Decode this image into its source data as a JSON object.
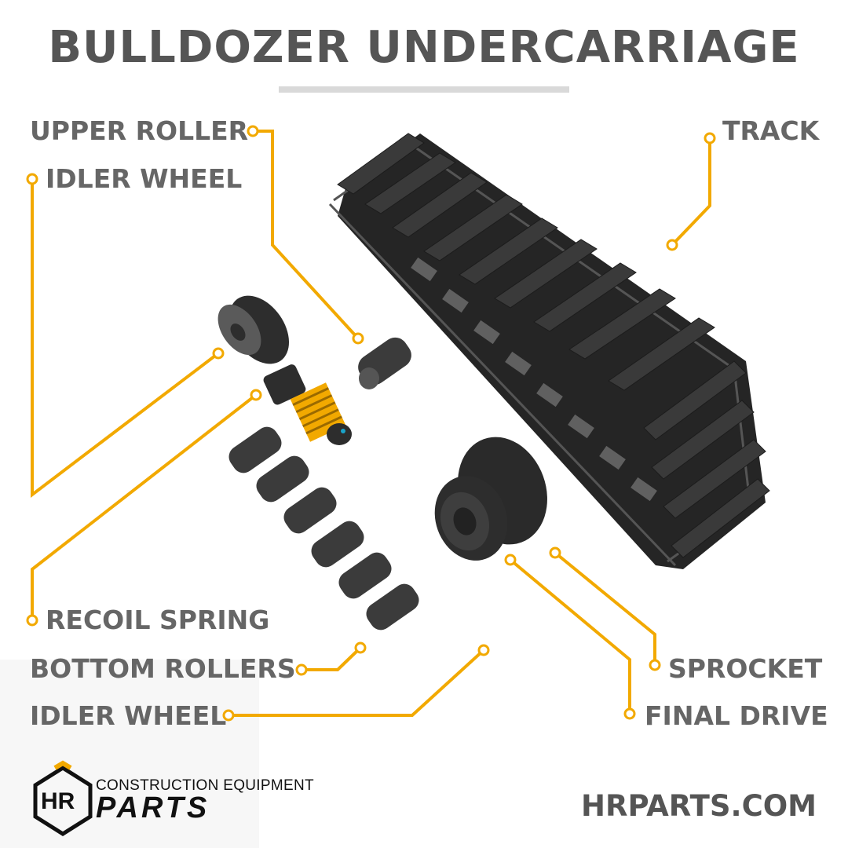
{
  "title": "BULLDOZER UNDERCARRIAGE",
  "labels": {
    "upper_roller": "UPPER ROLLER",
    "idler_wheel_top": "IDLER WHEEL",
    "track": "TRACK",
    "recoil_spring": "RECOIL SPRING",
    "bottom_rollers": "BOTTOM ROLLERS",
    "idler_wheel_bottom": "IDLER WHEEL",
    "sprocket": "SPROCKET",
    "final_drive": "FINAL DRIVE"
  },
  "brand": {
    "mark": "HR",
    "tagline": "CONSTRUCTION EQUIPMENT",
    "name": "PARTS",
    "url": "HRPARTS.COM"
  },
  "colors": {
    "leader": "#f2a900",
    "label_text": "#666666",
    "title_text": "#555555",
    "part_dark": "#2f2f2f",
    "spring": "#f2a900"
  }
}
